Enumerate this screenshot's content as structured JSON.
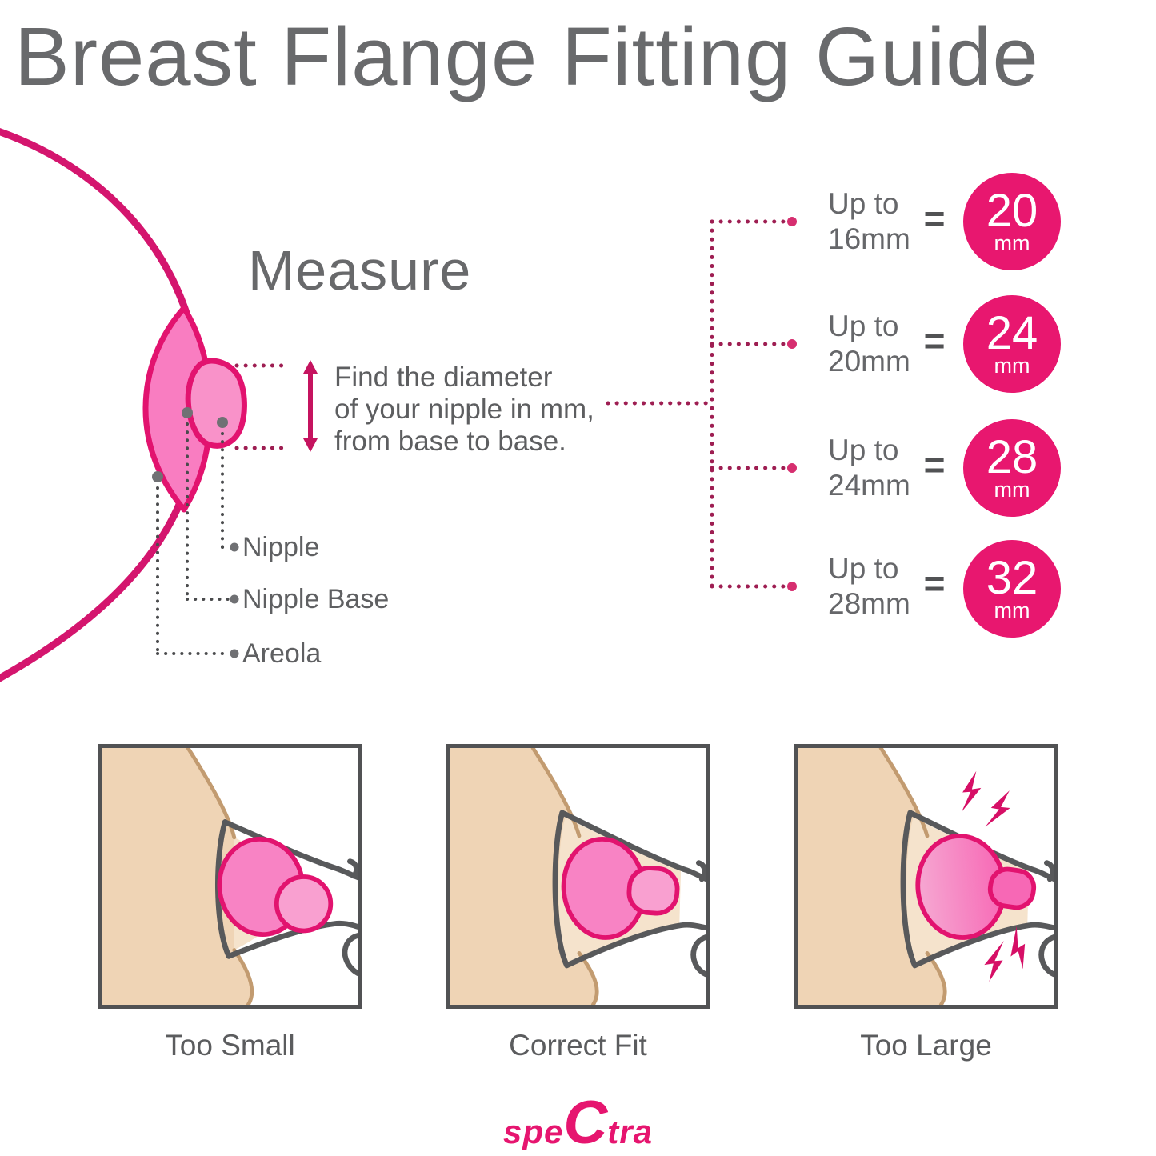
{
  "title": "Breast Flange Fitting Guide",
  "measure": {
    "heading": "Measure",
    "instruction_line1": "Find the diameter",
    "instruction_line2": "of your nipple in mm,",
    "instruction_line3": "from base to base.",
    "labels": {
      "nipple": "Nipple",
      "nipple_base": "Nipple Base",
      "areola": "Areola"
    }
  },
  "size_chart": {
    "equals_sign": "=",
    "rows": [
      {
        "range_line1": "Up to",
        "range_line2": "16mm",
        "size": "20",
        "unit": "mm"
      },
      {
        "range_line1": "Up to",
        "range_line2": "20mm",
        "size": "24",
        "unit": "mm"
      },
      {
        "range_line1": "Up to",
        "range_line2": "24mm",
        "size": "28",
        "unit": "mm"
      },
      {
        "range_line1": "Up to",
        "range_line2": "28mm",
        "size": "32",
        "unit": "mm"
      }
    ]
  },
  "fit_panels": [
    {
      "caption": "Too Small"
    },
    {
      "caption": "Correct Fit"
    },
    {
      "caption": "Too Large"
    }
  ],
  "logo": {
    "part1": "spe",
    "part2": "C",
    "part3": "tra"
  },
  "colors": {
    "title_gray": "#696a6c",
    "body_gray": "#5d5e60",
    "breast_outline_magenta": "#d4156e",
    "areola_fill": "#f97dc1",
    "areola_border": "#e2136f",
    "size_circle_pink": "#e8176f",
    "dotted_maroon": "#9e1e52",
    "bullet_pink": "#d62e6f",
    "skin": "#efd4b5",
    "skin_light": "#f5e3cc",
    "skin_line": "#c29b70",
    "flange_gray": "#58595b",
    "bolt_magenta": "#d60f66",
    "logo_pink": "#e6156f"
  }
}
